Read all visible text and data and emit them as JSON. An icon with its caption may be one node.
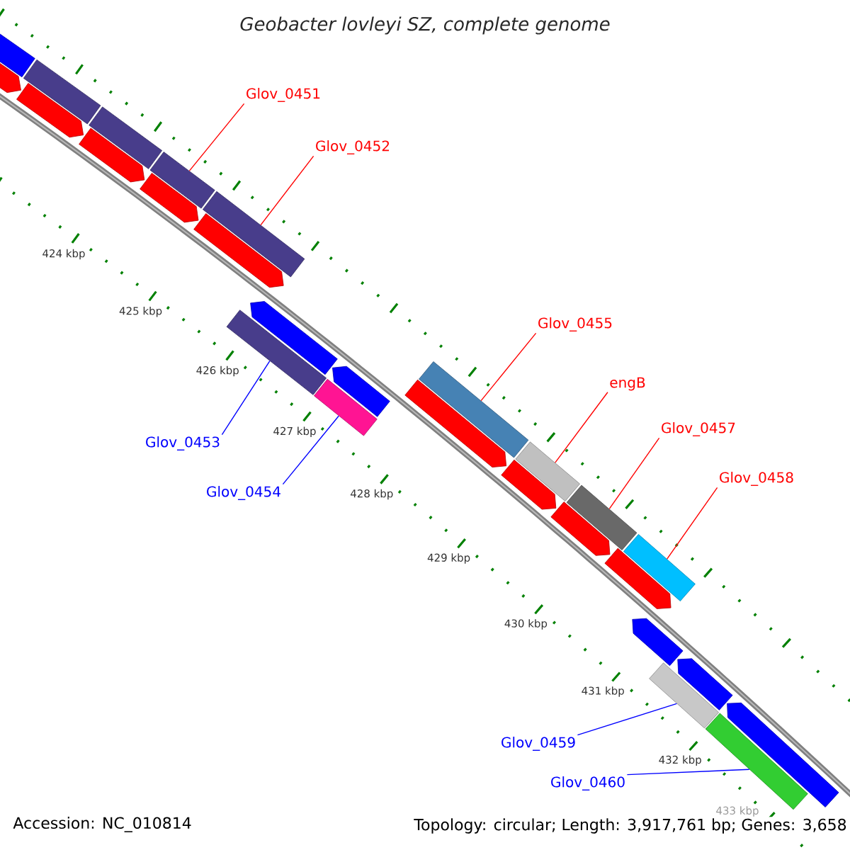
{
  "diagram": {
    "title": "Geobacter lovleyi SZ, complete genome",
    "nodes": [
      {
        "text": [
          "Glov_0451"
        ]
      },
      {
        "text": [
          "Glov_0452"
        ]
      },
      {
        "text": [
          "Glov_0455"
        ]
      },
      {
        "text": [
          "engB"
        ]
      },
      {
        "text": [
          "Glov_0457"
        ]
      },
      {
        "text": [
          "Glov_0453"
        ]
      },
      {
        "text": [
          "Glov_0458"
        ]
      },
      {
        "text": [
          "Glov_0454"
        ]
      },
      {
        "text": [
          "Glov_0459"
        ]
      },
      {
        "text": [
          "Glov_0460"
        ]
      },
      {
        "text": [],
        "shape": "bar"
      },
      {
        "text": [],
        "shape": "bar"
      },
      {
        "text": [],
        "shape": "bar"
      },
      {
        "text": [],
        "shape": "bar"
      },
      {
        "text": [],
        "shape": "bar"
      },
      {
        "text": [],
        "shape": "bar"
      },
      {
        "text": [],
        "shape": "bar"
      },
      {
        "text": [],
        "shape": "bar"
      },
      {
        "text": [],
        "shape": "bar"
      },
      {
        "text": [],
        "shape": "bar"
      },
      {
        "text": [],
        "shape": "bar"
      },
      {
        "text": [],
        "shape": "bar"
      },
      {
        "text": [],
        "shape": "bar"
      },
      {
        "text": [],
        "shape": "arrow"
      },
      {
        "text": [],
        "shape": "arrow"
      },
      {
        "text": [],
        "shape": "arrow"
      },
      {
        "text": [],
        "shape": "arrow"
      },
      {
        "text": [],
        "shape": "arrow"
      },
      {
        "text": [],
        "shape": "arrow"
      },
      {
        "text": [],
        "shape": "arrow"
      },
      {
        "text": [],
        "shape": "arrow"
      },
      {
        "text": [],
        "shape": "arrow"
      },
      {
        "text": [],
        "shape": "arrow"
      },
      {
        "text": [],
        "shape": "arrow"
      },
      {
        "text": [],
        "shape": "arrow"
      },
      {
        "text": [],
        "shape": "arrow"
      },
      {
        "text": [],
        "shape": "arrow"
      }
    ],
    "edges": [
      {
        "from": 0,
        "to": 10,
        "arrow": "none",
        "color": "#ff0000"
      },
      {
        "from": 1,
        "to": 11,
        "arrow": "none",
        "color": "#ff0000"
      },
      {
        "from": 2,
        "to": 14,
        "arrow": "none",
        "color": "#ff0000"
      },
      {
        "from": 3,
        "to": 15,
        "arrow": "none",
        "color": "#ff0000"
      },
      {
        "from": 4,
        "to": 16,
        "arrow": "none",
        "color": "#ff0000"
      },
      {
        "from": 5,
        "to": 12,
        "arrow": "none",
        "color": "#0000ff"
      },
      {
        "from": 6,
        "to": 17,
        "arrow": "none",
        "color": "#ff0000"
      },
      {
        "from": 7,
        "to": 13,
        "arrow": "none",
        "color": "#0000ff"
      },
      {
        "from": 8,
        "to": 18,
        "arrow": "none",
        "color": "#0000ff"
      },
      {
        "from": 9,
        "to": 19,
        "arrow": "none",
        "color": "#0000ff"
      }
    ],
    "labels": [
      "424 kbp",
      "425 kbp",
      "426 kbp",
      "427 kbp",
      "428 kbp",
      "429 kbp",
      "430 kbp",
      "431 kbp",
      "432 kbp",
      "433 kbp",
      "Accession: NC_010814",
      "Topology: circular; Length: 3,917,761 bp; Genes: 3,658"
    ]
  }
}
